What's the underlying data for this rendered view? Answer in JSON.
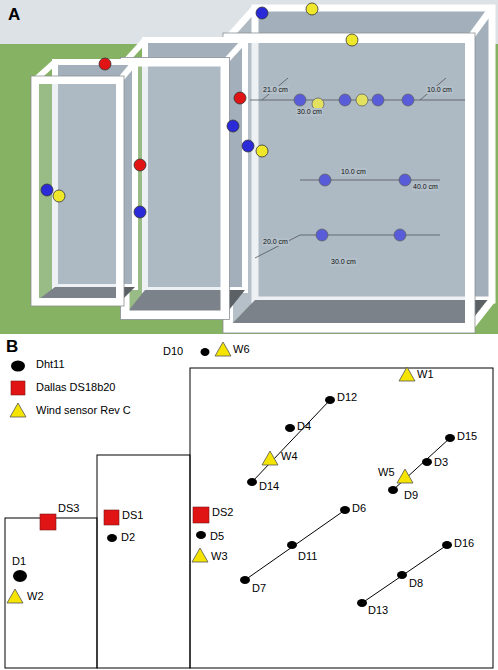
{
  "diagram": {
    "labels": [
      "A",
      "21.0 cm",
      "10.0 cm",
      "30.0 cm",
      "10.0 cm",
      "40.0 cm",
      "20.0 cm",
      "30.0 cm",
      "B",
      "D10",
      "W6",
      "W1",
      "D12",
      "D4",
      "W4",
      "D14",
      "D15",
      "D3",
      "W5",
      "D9",
      "DS2",
      "D5",
      "W3",
      "D6",
      "D11",
      "D7",
      "D16",
      "D8",
      "D13",
      "DS1",
      "D2",
      "DS3",
      "D1",
      "W2"
    ],
    "legend": [
      {
        "text": "Dht11"
      },
      {
        "text": "Dallas DS18b20"
      },
      {
        "text": "Wind sensor Rev C"
      }
    ]
  }
}
